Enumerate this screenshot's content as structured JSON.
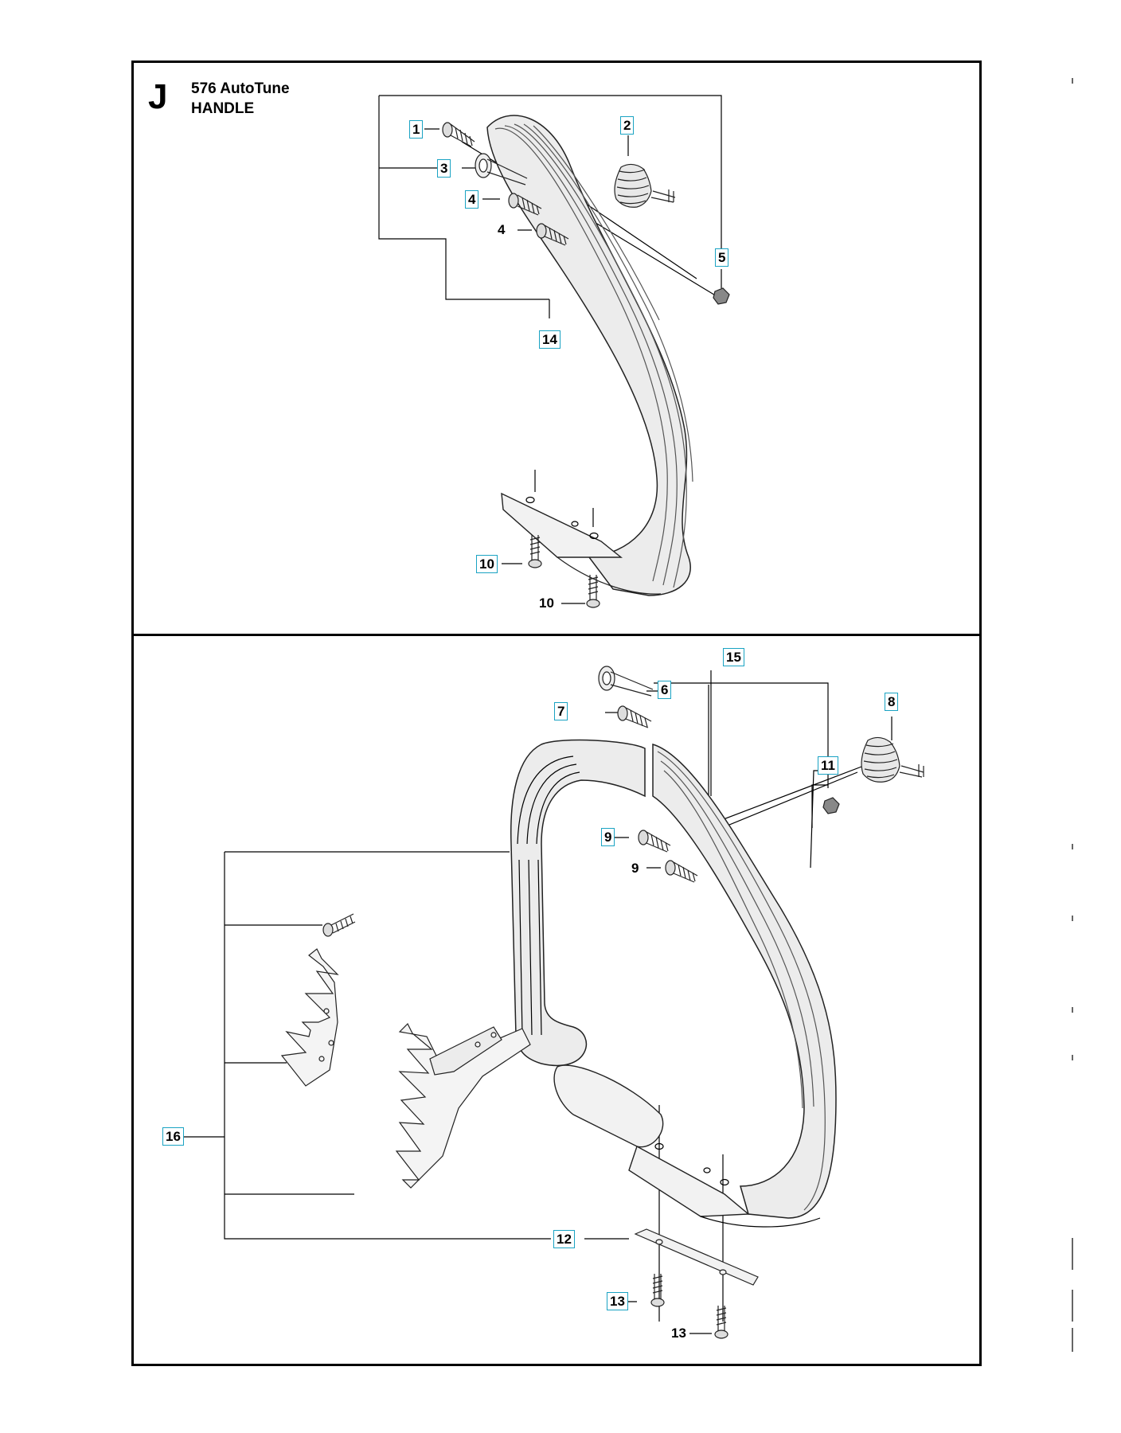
{
  "header": {
    "section_letter": "J",
    "model": "576 AutoTune",
    "section_title": "HANDLE"
  },
  "colors": {
    "frame": "#000000",
    "callout_box": "#1aa3c3",
    "handle_fill": "#e9e9e9",
    "handle_ridge": "#555555"
  },
  "callouts": [
    {
      "id": "c1",
      "text": "1",
      "boxed": true
    },
    {
      "id": "c2",
      "text": "2",
      "boxed": true
    },
    {
      "id": "c3",
      "text": "3",
      "boxed": true
    },
    {
      "id": "c4a",
      "text": "4",
      "boxed": true
    },
    {
      "id": "c4b",
      "text": "4",
      "boxed": false
    },
    {
      "id": "c5",
      "text": "5",
      "boxed": true
    },
    {
      "id": "c14",
      "text": "14",
      "boxed": true
    },
    {
      "id": "c10a",
      "text": "10",
      "boxed": true
    },
    {
      "id": "c10b",
      "text": "10",
      "boxed": false
    },
    {
      "id": "c15",
      "text": "15",
      "boxed": true
    },
    {
      "id": "c6",
      "text": "6",
      "boxed": true
    },
    {
      "id": "c7",
      "text": "7",
      "boxed": true
    },
    {
      "id": "c8",
      "text": "8",
      "boxed": true
    },
    {
      "id": "c11",
      "text": "11",
      "boxed": true
    },
    {
      "id": "c9a",
      "text": "9",
      "boxed": true
    },
    {
      "id": "c9b",
      "text": "9",
      "boxed": false
    },
    {
      "id": "c16",
      "text": "16",
      "boxed": true
    },
    {
      "id": "c12",
      "text": "12",
      "boxed": true
    },
    {
      "id": "c13a",
      "text": "13",
      "boxed": true
    },
    {
      "id": "c13b",
      "text": "13",
      "boxed": false
    }
  ]
}
